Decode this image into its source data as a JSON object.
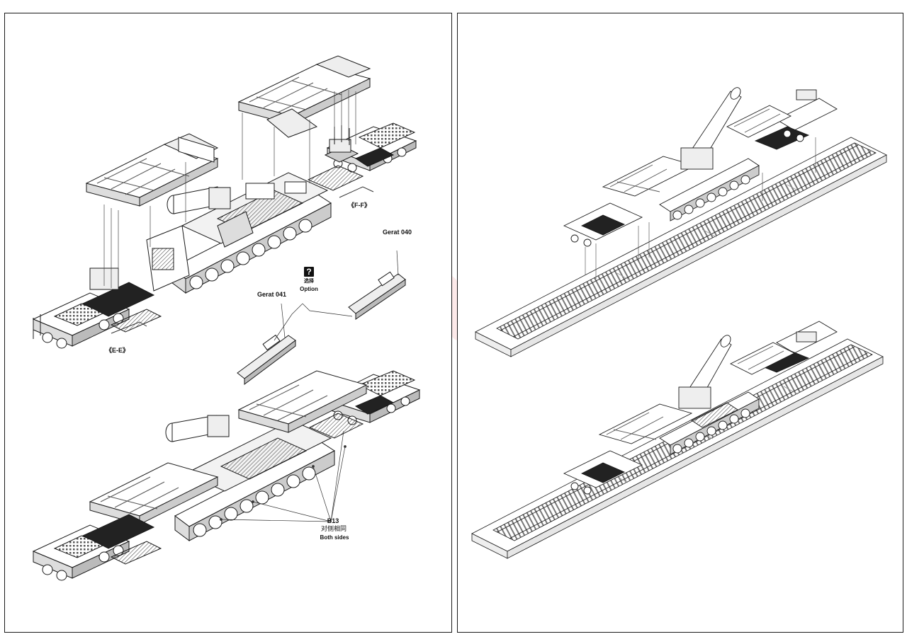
{
  "labels": {
    "section_ff": "《F-F》",
    "section_ee": "《E-E》",
    "gerat_040": "Gerat 040",
    "gerat_041": "Gerat 041",
    "option_icon": "?",
    "option_cn": "选择",
    "option_en": "Option",
    "part_b13": "B13",
    "both_sides_cn": "对侧相同",
    "both_sides_en": "Both sides"
  },
  "watermark": "modelartikl.cz",
  "colors": {
    "line": "#1a1a1a",
    "watermark": "#ec7878",
    "dark_panel": "#222222"
  }
}
